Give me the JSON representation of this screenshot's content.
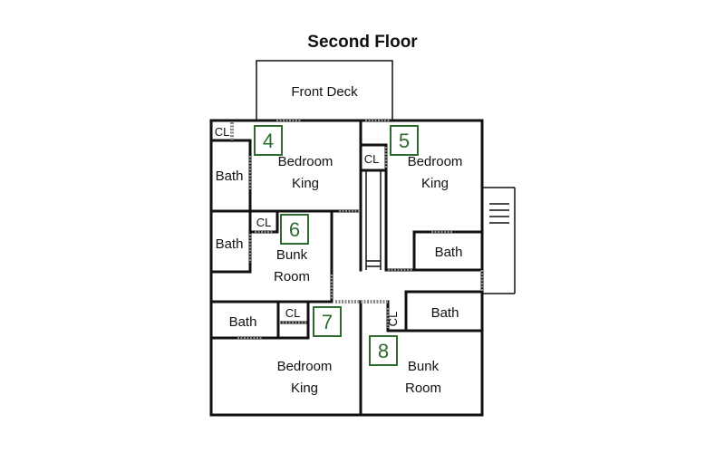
{
  "title": "Second Floor",
  "rooms": {
    "front_deck": "Front Deck",
    "bedroom4": {
      "number": "4",
      "line1": "Bedroom",
      "line2": "King"
    },
    "bedroom5": {
      "number": "5",
      "line1": "Bedroom",
      "line2": "King"
    },
    "room6": {
      "number": "6",
      "line1": "Bunk",
      "line2": "Room"
    },
    "bedroom7": {
      "number": "7",
      "line1": "Bedroom",
      "line2": "King"
    },
    "room8": {
      "number": "8",
      "line1": "Bunk",
      "line2": "Room"
    }
  },
  "labels": {
    "bath": "Bath",
    "closet": "CL"
  },
  "colors": {
    "room_number": "#2e6b2e",
    "walls": "#111111",
    "doors": "#8a8a8a"
  }
}
